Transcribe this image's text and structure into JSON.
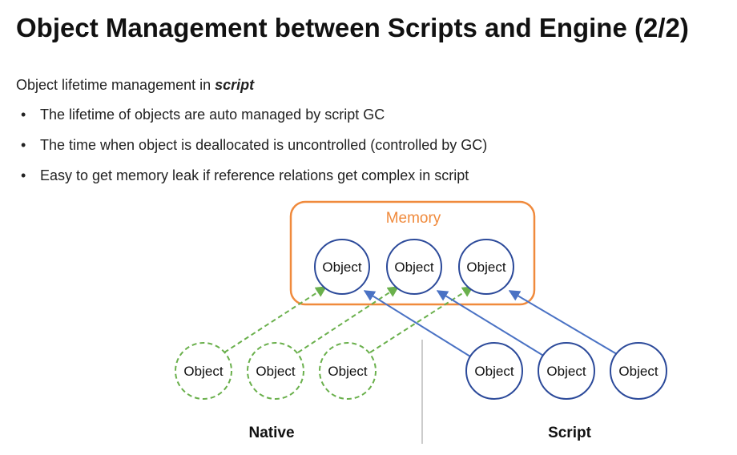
{
  "title": "Object Management between Scripts and Engine (2/2)",
  "subtitle": {
    "prefix": "Object lifetime management in ",
    "emphasis": "script"
  },
  "bullets": [
    "The lifetime of objects are auto managed by script GC",
    "The time when object is deallocated is uncontrolled (controlled by GC)",
    "Easy to get memory leak if reference relations get complex in script"
  ],
  "diagram": {
    "memory_label": "Memory",
    "memory_objects": [
      "Object",
      "Object",
      "Object"
    ],
    "native_objects": [
      "Object",
      "Object",
      "Object"
    ],
    "script_objects": [
      "Object",
      "Object",
      "Object"
    ],
    "native_label": "Native",
    "script_label": "Script",
    "colors": {
      "memory_border": "#f08a3c",
      "object_border": "#2c4a9a",
      "native_dashed": "#6ab04c",
      "script_arrow": "#4a72c4",
      "divider": "#bbbbbb"
    }
  }
}
